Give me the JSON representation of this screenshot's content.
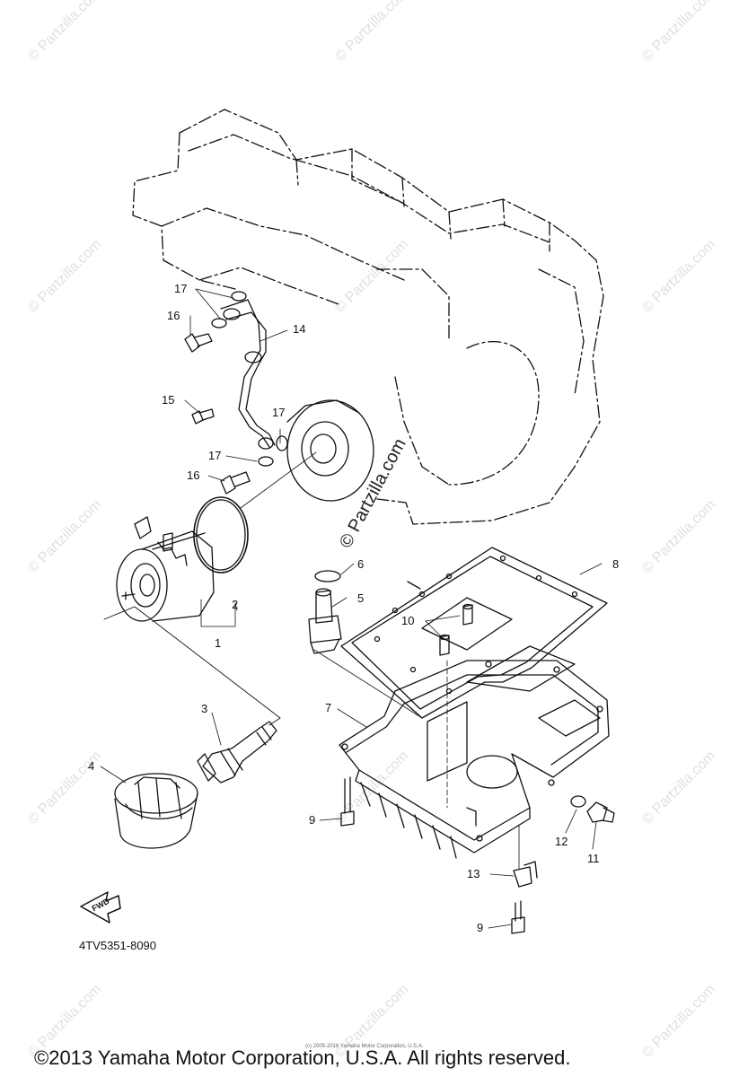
{
  "part_code": "4TV5351-8090",
  "fwd_label": "FWD",
  "copyright": "©2013 Yamaha Motor Corporation, U.S.A. All rights reserved.",
  "fine_print": "(c) 2005-2016 Yamaha Motor Corporation, U.S.A.",
  "watermark_text": "© Partzilla.com",
  "callouts": {
    "c1": "1",
    "c2": "2",
    "c3": "3",
    "c4": "4",
    "c5": "5",
    "c6": "6",
    "c7": "7",
    "c8": "8",
    "c9a": "9",
    "c9b": "9",
    "c10": "10",
    "c11": "11",
    "c12": "12",
    "c13": "13",
    "c14": "14",
    "c15": "15",
    "c16a": "16",
    "c16b": "16",
    "c17a": "17",
    "c17b": "17",
    "c17c": "17"
  }
}
